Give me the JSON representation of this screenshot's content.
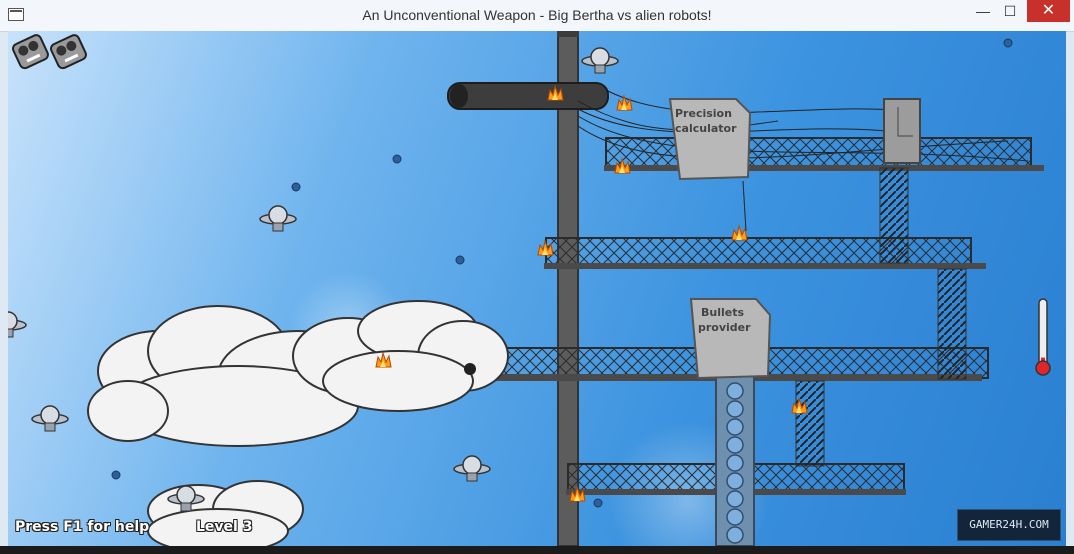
{
  "window": {
    "title": "An Unconventional Weapon - Big Bertha vs alien robots!",
    "minimize_glyph": "—",
    "maximize_glyph": "☐",
    "close_glyph": "✕"
  },
  "hud": {
    "help_text": "Press F1 for help",
    "level_text": "Level 3",
    "lives_count": 2,
    "temperature_level": 0.12
  },
  "labels": {
    "precision_calculator": [
      "Precision",
      "calculator"
    ],
    "bullets_provider": [
      "Bullets",
      "provider"
    ]
  },
  "watermark": "GAMER24H.COM",
  "colors": {
    "sky": "#3c93df",
    "platform": "#4a4a4a",
    "fire": "#ff9a1a",
    "thermometer": "#e0262b"
  }
}
